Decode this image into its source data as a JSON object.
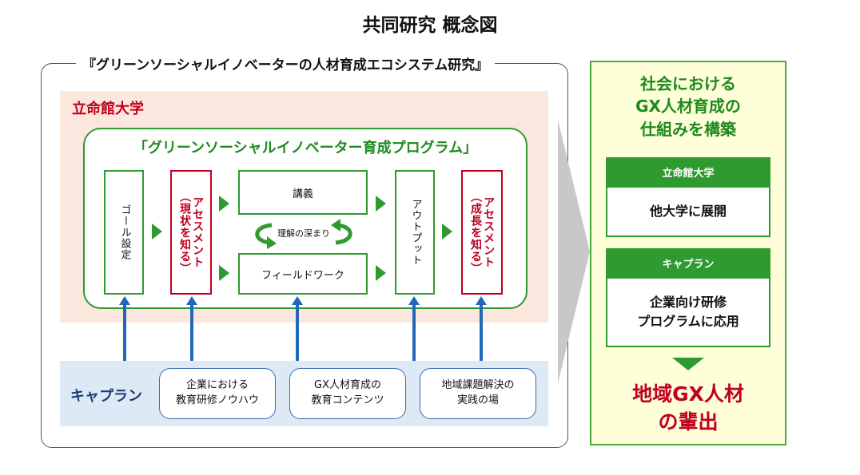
{
  "title": "共同研究 概念図",
  "research": {
    "label": "『グリーンソーシャルイノベーターの人材育成エコシステム研究』"
  },
  "ritsumeikan": {
    "label": "立命館大学",
    "program": {
      "label": "「グリーンソーシャルイノベーター育成プログラム」",
      "steps": {
        "goal": "ゴール設定",
        "assess1_main": "アセスメント",
        "assess1_sub": "（現状を知る）",
        "lecture": "講義",
        "cycle": "理解の深まり",
        "fieldwork": "フィールドワーク",
        "output": "アウトプット",
        "assess2_main": "アセスメント",
        "assess2_sub": "（成長を知る）"
      }
    }
  },
  "capplan": {
    "label": "キャプラン",
    "boxes": [
      {
        "line1": "企業における",
        "line2": "教育研修ノウハウ"
      },
      {
        "line1": "GX人材育成の",
        "line2": "教育コンテンツ"
      },
      {
        "line1": "地域課題解決の",
        "line2": "実践の場"
      }
    ]
  },
  "right": {
    "title_line1": "社会における",
    "title_line2": "GX人材育成の",
    "title_line3": "仕組みを構築",
    "card1_head": "立命館大学",
    "card1_body": "他大学に展開",
    "card2_head": "キャプラン",
    "card2_body_line1": "企業向け研修",
    "card2_body_line2": "プログラムに応用",
    "result_line1": "地域GX人材",
    "result_line2": "の輩出"
  },
  "colors": {
    "green": "#2f9a2f",
    "red": "#c0001e",
    "blue": "#2168b8",
    "navy": "#1f3a76",
    "peach": "#fbe7dd",
    "light_blue": "#dde9f5",
    "cream": "#feffd8"
  }
}
